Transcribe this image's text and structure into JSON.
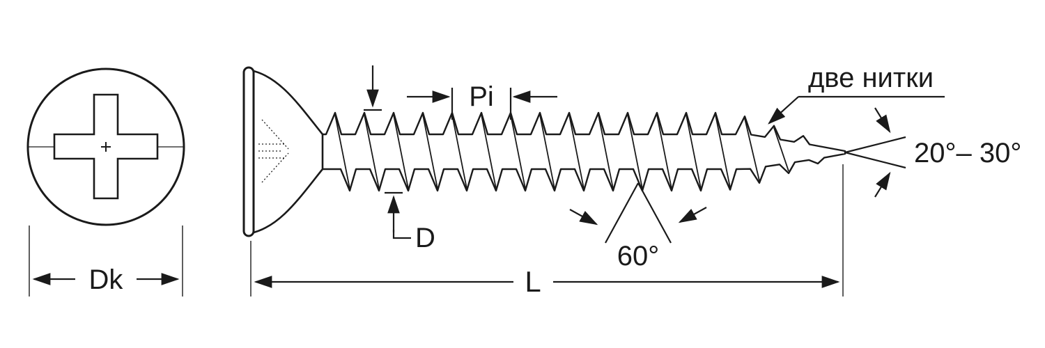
{
  "diagram": {
    "type": "technical-drawing",
    "subject": "drywall screw with countersunk head and Phillips recess, dimension callouts",
    "labels": {
      "head_diameter": "Dk",
      "pitch": "Pi",
      "thread_diameter": "D",
      "length": "L",
      "thread_angle": "60°",
      "tip_angle": "20°– 30°",
      "tip_note": "две нитки"
    },
    "colors": {
      "line": "#1a1a1a",
      "background": "#ffffff"
    }
  }
}
